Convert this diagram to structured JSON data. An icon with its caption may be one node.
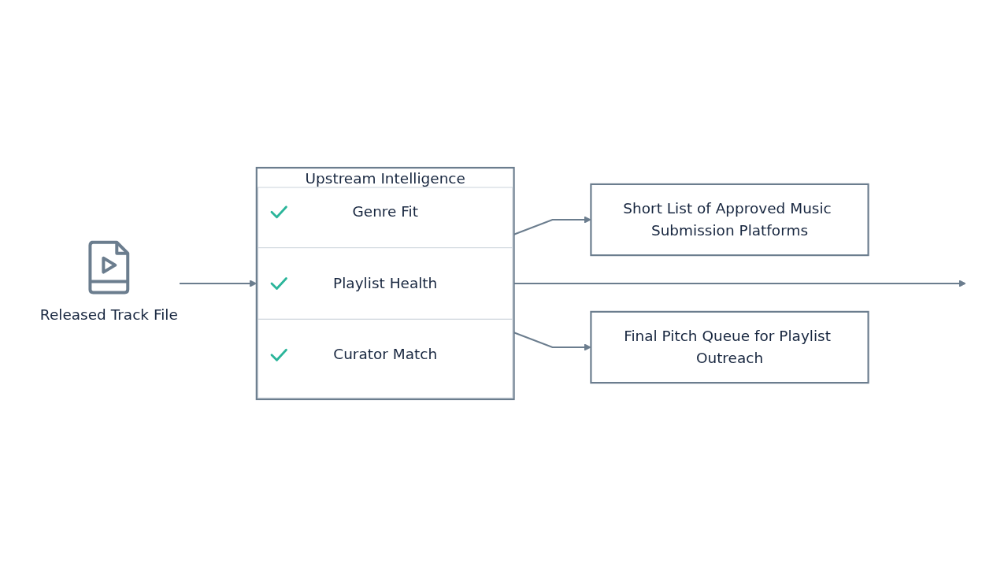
{
  "diagram": {
    "nodes": [
      {
        "text": [
          "Released Track File"
        ]
      },
      {
        "text": [
          "Upstream Intelligence"
        ]
      },
      {
        "text": [
          "Genre Fit"
        ],
        "in": 1
      },
      {
        "text": [
          "Playlist Health"
        ],
        "in": 1
      },
      {
        "text": [
          "Curator Match"
        ],
        "in": 1
      },
      {
        "text": [
          "Short List of Approved Music Submission Platforms"
        ]
      },
      {
        "text": [
          "Final Pitch Queue for Playlist Outreach"
        ]
      }
    ],
    "edges": [
      {
        "from": 0,
        "to": 1,
        "arrow": "to"
      },
      {
        "from": 1,
        "to": 5,
        "arrow": "to"
      },
      {
        "from": 1,
        "to": null,
        "arrow": "to"
      },
      {
        "from": 1,
        "to": 6,
        "arrow": "to"
      }
    ]
  }
}
